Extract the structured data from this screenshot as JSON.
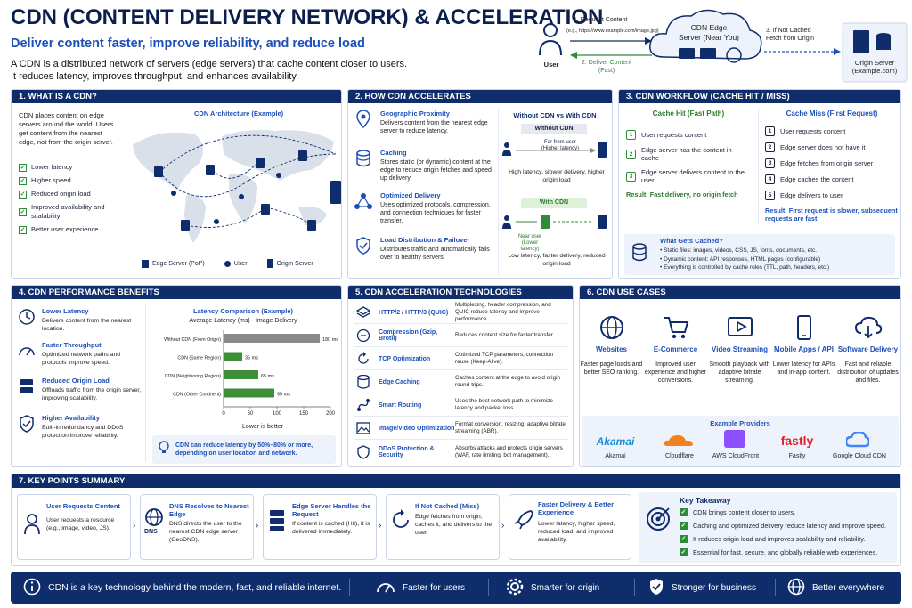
{
  "header": {
    "title": "CDN (CONTENT DELIVERY NETWORK) & ACCELERATION",
    "subtitle": "Deliver content faster, improve reliability, and reduce load",
    "intro_1": "A CDN is a distributed network of servers (edge servers) that cache content closer to users.",
    "intro_2": "It reduces latency, improves throughput, and enhances availability."
  },
  "top_flow": {
    "user_label": "User",
    "request": "1. Request Content",
    "request_url": "(e.g., https://www.example.com/image.jpg)",
    "edge_label_1": "CDN Edge",
    "edge_label_2": "Server (Near You)",
    "deliver": "2. Deliver Content",
    "deliver_sub": "(Fast)",
    "not_cached_1": "3. If Not Cached",
    "not_cached_2": "Fetch from Origin",
    "origin_label_1": "Origin Server",
    "origin_label_2": "(Example.com)"
  },
  "s1": {
    "title": "1. WHAT IS A CDN?",
    "desc": "CDN places content on edge servers around the world. Users get content from the nearest edge, not from the origin server.",
    "map_title": "CDN Architecture (Example)",
    "benefits": [
      "Lower latency",
      "Higher speed",
      "Reduced origin load",
      "Improved availability and scalability",
      "Better user experience"
    ],
    "legend": [
      "Edge Server (PoP)",
      "User",
      "Origin Server"
    ]
  },
  "s2": {
    "title": "2. HOW CDN ACCELERATES",
    "items": [
      {
        "name": "Geographic Proximity",
        "desc": "Delivers content from the nearest edge server to reduce latency."
      },
      {
        "name": "Caching",
        "desc": "Stores static (or dynamic) content at the edge to reduce origin fetches and speed up delivery."
      },
      {
        "name": "Optimized Delivery",
        "desc": "Uses optimized protocols, compression, and connection techniques for faster transfer."
      },
      {
        "name": "Load Distribution & Failover",
        "desc": "Distributes traffic and automatically fails over to healthy servers."
      }
    ],
    "compare_title": "Without CDN vs With CDN",
    "without": "Without CDN",
    "without_note_1": "Far from user",
    "without_note_2": "(Higher latency)",
    "without_result": "High latency, slower delivery, higher origin load",
    "with": "With CDN",
    "with_note_1": "Near user",
    "with_note_2": "(Lower latency)",
    "with_result": "Low latency, faster delivery, reduced origin load"
  },
  "s3": {
    "title": "3. CDN WORKFLOW (CACHE HIT / MISS)",
    "hit_title": "Cache Hit (Fast Path)",
    "hit_steps": [
      "User requests content",
      "Edge server has the content in cache",
      "Edge server delivers content to the user"
    ],
    "hit_result": "Result: Fast delivery, no origin fetch",
    "miss_title": "Cache Miss (First Request)",
    "miss_steps": [
      "User requests content",
      "Edge server does not have it",
      "Edge fetches from origin server",
      "Edge caches the content",
      "Edge delivers to user"
    ],
    "miss_result": "Result: First request is slower, subsequent requests are fast",
    "cached_title": "What Gets Cached?",
    "cached": [
      "Static files: images, videos, CSS, JS, fonts, documents, etc.",
      "Dynamic content: API responses, HTML pages (configurable)",
      "Everything is controlled by cache rules (TTL, path, headers, etc.)"
    ]
  },
  "s4": {
    "title": "4. CDN PERFORMANCE BENEFITS",
    "items": [
      {
        "name": "Lower Latency",
        "desc": "Delivers content from the nearest location."
      },
      {
        "name": "Faster Throughput",
        "desc": "Optimized network paths and protocols improve speed."
      },
      {
        "name": "Reduced Origin Load",
        "desc": "Offloads traffic from the origin server, improving scalability."
      },
      {
        "name": "Higher Availability",
        "desc": "Built-in redundancy and DDoS protection improve reliability."
      }
    ],
    "tip": "CDN can reduce latency by 50%–80% or more, depending on user location and network."
  },
  "chart_data": {
    "type": "bar",
    "orientation": "horizontal",
    "title": "Latency Comparison (Example)",
    "subtitle": "Average Latency (ms) - Image Delivery",
    "categories": [
      "Without CDN (From Origin)",
      "CDN (Same Region)",
      "CDN (Neighboring Region)",
      "CDN (Other Continent)"
    ],
    "values": [
      180,
      35,
      65,
      95
    ],
    "value_labels": [
      "180 ms",
      "35 ms",
      "65 ms",
      "95 ms"
    ],
    "colors": [
      "#8a8a8a",
      "#3f8f3a",
      "#3f8f3a",
      "#3f8f3a"
    ],
    "xlim": [
      0,
      200
    ],
    "xticks": [
      "0",
      "50",
      "100",
      "150",
      "200"
    ],
    "xlabel": "Lower is better"
  },
  "s5": {
    "title": "5. CDN ACCELERATION TECHNOLOGIES",
    "items": [
      {
        "name": "HTTP/2 / HTTP/3 (QUIC)",
        "desc": "Multiplexing, header compression, and QUIC reduce latency and improve performance."
      },
      {
        "name": "Compression (Gzip, Brotli)",
        "desc": "Reduces content size for faster transfer."
      },
      {
        "name": "TCP Optimization",
        "desc": "Optimized TCP parameters, connection reuse (Keep-Alive)."
      },
      {
        "name": "Edge Caching",
        "desc": "Caches content at the edge to avoid origin round-trips."
      },
      {
        "name": "Smart Routing",
        "desc": "Uses the best network path to minimize latency and packet loss."
      },
      {
        "name": "Image/Video Optimization",
        "desc": "Format conversion, resizing, adaptive bitrate streaming (ABR)."
      },
      {
        "name": "DDoS Protection & Security",
        "desc": "Absorbs attacks and protects origin servers (WAF, rate limiting, bot management)."
      }
    ]
  },
  "s6": {
    "title": "6. CDN USE CASES",
    "items": [
      {
        "name": "Websites",
        "desc": "Faster page loads and better SEO ranking."
      },
      {
        "name": "E-Commerce",
        "desc": "Improved user experience and higher conversions."
      },
      {
        "name": "Video Streaming",
        "desc": "Smooth playback with adaptive bitrate streaming."
      },
      {
        "name": "Mobile Apps / API",
        "desc": "Lower latency for APIs and in-app content."
      },
      {
        "name": "Software Delivery",
        "desc": "Fast and reliable distribution of updates and files."
      }
    ],
    "providers_title": "Example Providers",
    "providers": [
      "Akamai",
      "Cloudflare",
      "AWS CloudFront",
      "Fastly",
      "Google Cloud CDN"
    ],
    "logo_akamai": "Akamai",
    "logo_fastly": "fastly"
  },
  "s7": {
    "title": "7. KEY POINTS SUMMARY",
    "steps": [
      {
        "name": "User Requests Content",
        "desc": "User requests a resource (e.g., image, video, JS)."
      },
      {
        "name": "DNS Resolves to Nearest Edge",
        "desc": "DNS directs the user to the nearest CDN edge server (GeoDNS)."
      },
      {
        "name": "Edge Server Handles the Request",
        "desc": "If content is cached (Hit), it is delivered immediately."
      },
      {
        "name": "If Not Cached (Miss)",
        "desc": "Edge fetches from origin, caches it, and delivers to the user."
      },
      {
        "name": "Faster Delivery & Better Experience",
        "desc": "Lower latency, higher speed, reduced load, and improved availability."
      }
    ],
    "dns_label": "DNS",
    "takeaway_title": "Key Takeaway",
    "takeaways": [
      "CDN brings content closer to users.",
      "Caching and optimized delivery reduce latency and improve speed.",
      "It reduces origin load and improves scalability and reliability.",
      "Essential for fast, secure, and globally reliable web experiences."
    ]
  },
  "footer": {
    "main": "CDN is a key technology behind the modern, fast, and reliable internet.",
    "items": [
      "Faster for users",
      "Smarter for origin",
      "Stronger for business",
      "Better everywhere"
    ]
  }
}
